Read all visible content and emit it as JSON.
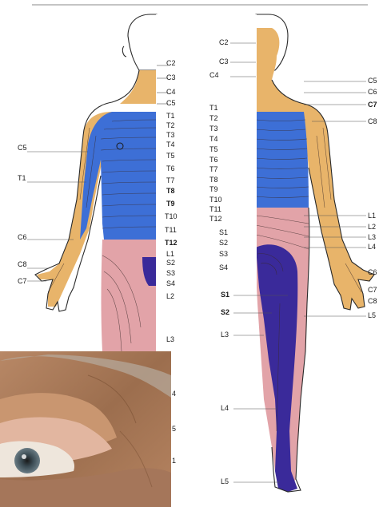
{
  "colors": {
    "cervical_orange": "#e8b46a",
    "thoracic_blue": "#3d6fd6",
    "lumbar_pink": "#e2a3a8",
    "sacral_purple": "#3a2a9a",
    "photo_skin": "#a87a58"
  },
  "front_labels_right": [
    "C2",
    "C3",
    "C4",
    "C5",
    "T1",
    "T2",
    "T3",
    "T4",
    "T5",
    "T6",
    "T7",
    "T8",
    "T9",
    "T10",
    "T11",
    "T12",
    "L1",
    "S2",
    "S3",
    "S4",
    "L2",
    "L3"
  ],
  "front_labels_left": [
    "C5",
    "T1",
    "C6",
    "C8",
    "C7"
  ],
  "front_photo_partial": [
    "4",
    "5",
    "1"
  ],
  "back_labels_left": [
    "C2",
    "C3",
    "C4",
    "T1",
    "T2",
    "T3",
    "T4",
    "T5",
    "T6",
    "T7",
    "T8",
    "T9",
    "T10",
    "T11",
    "T12",
    "S1",
    "S2",
    "S3",
    "S4",
    "S1",
    "S2",
    "L3",
    "L4",
    "L5"
  ],
  "back_labels_right": [
    "C5",
    "C6",
    "C7",
    "C8",
    "L1",
    "L2",
    "L3",
    "L4",
    "C6",
    "C7",
    "C8",
    "L5"
  ]
}
